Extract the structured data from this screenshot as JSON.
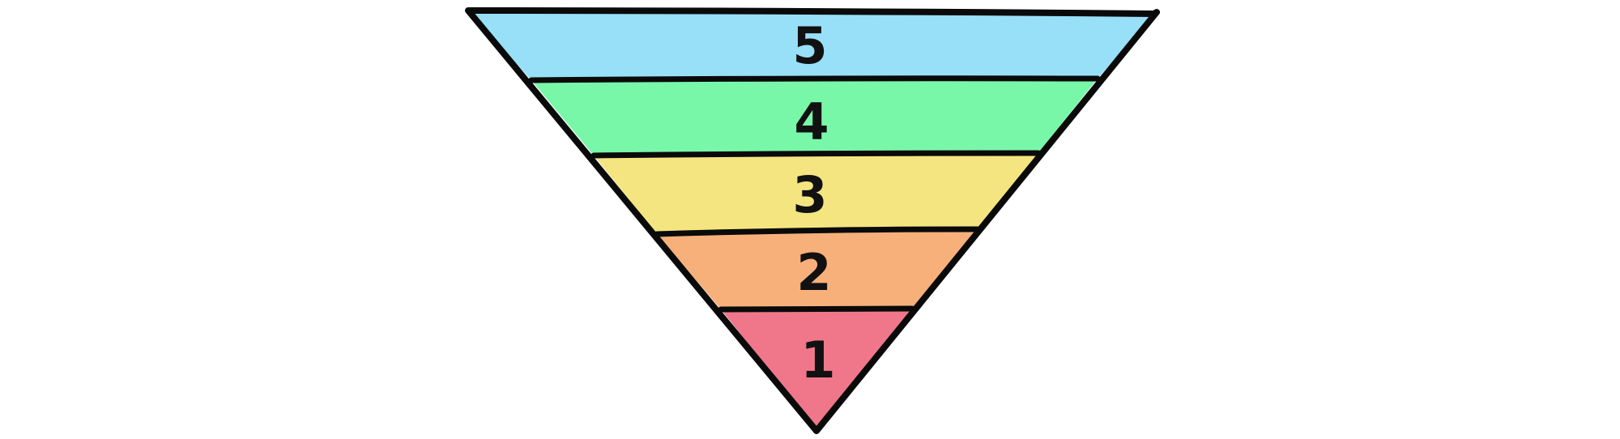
{
  "diagram": {
    "levels": [
      {
        "label": "5",
        "color": "#98E0F7"
      },
      {
        "label": "4",
        "color": "#79F7A9"
      },
      {
        "label": "3",
        "color": "#F4E580"
      },
      {
        "label": "2",
        "color": "#F8B07A"
      },
      {
        "label": "1",
        "color": "#F07789"
      }
    ],
    "outline_color": "#0a0a0a"
  }
}
